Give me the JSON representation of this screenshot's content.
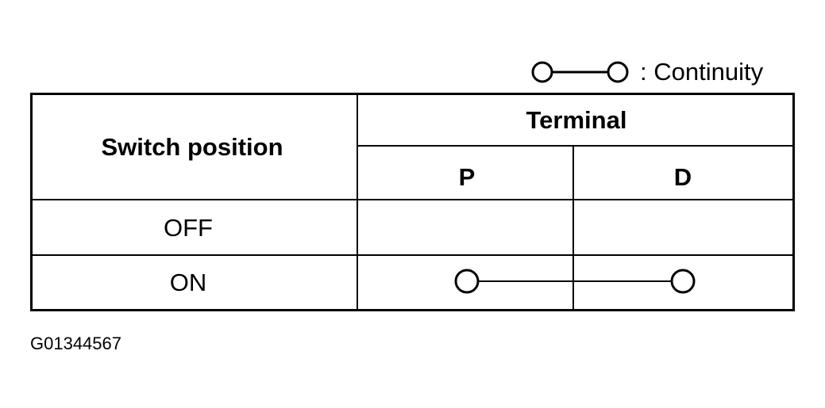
{
  "legend": {
    "icon": "continuity-symbol",
    "label": ": Continuity"
  },
  "table": {
    "header": {
      "switch_position": "Switch position",
      "terminal": "Terminal",
      "terminals": [
        "P",
        "D"
      ]
    },
    "rows": [
      {
        "position": "OFF",
        "continuity": []
      },
      {
        "position": "ON",
        "continuity": [
          "P",
          "D"
        ]
      }
    ]
  },
  "figure_id": "G01344567"
}
